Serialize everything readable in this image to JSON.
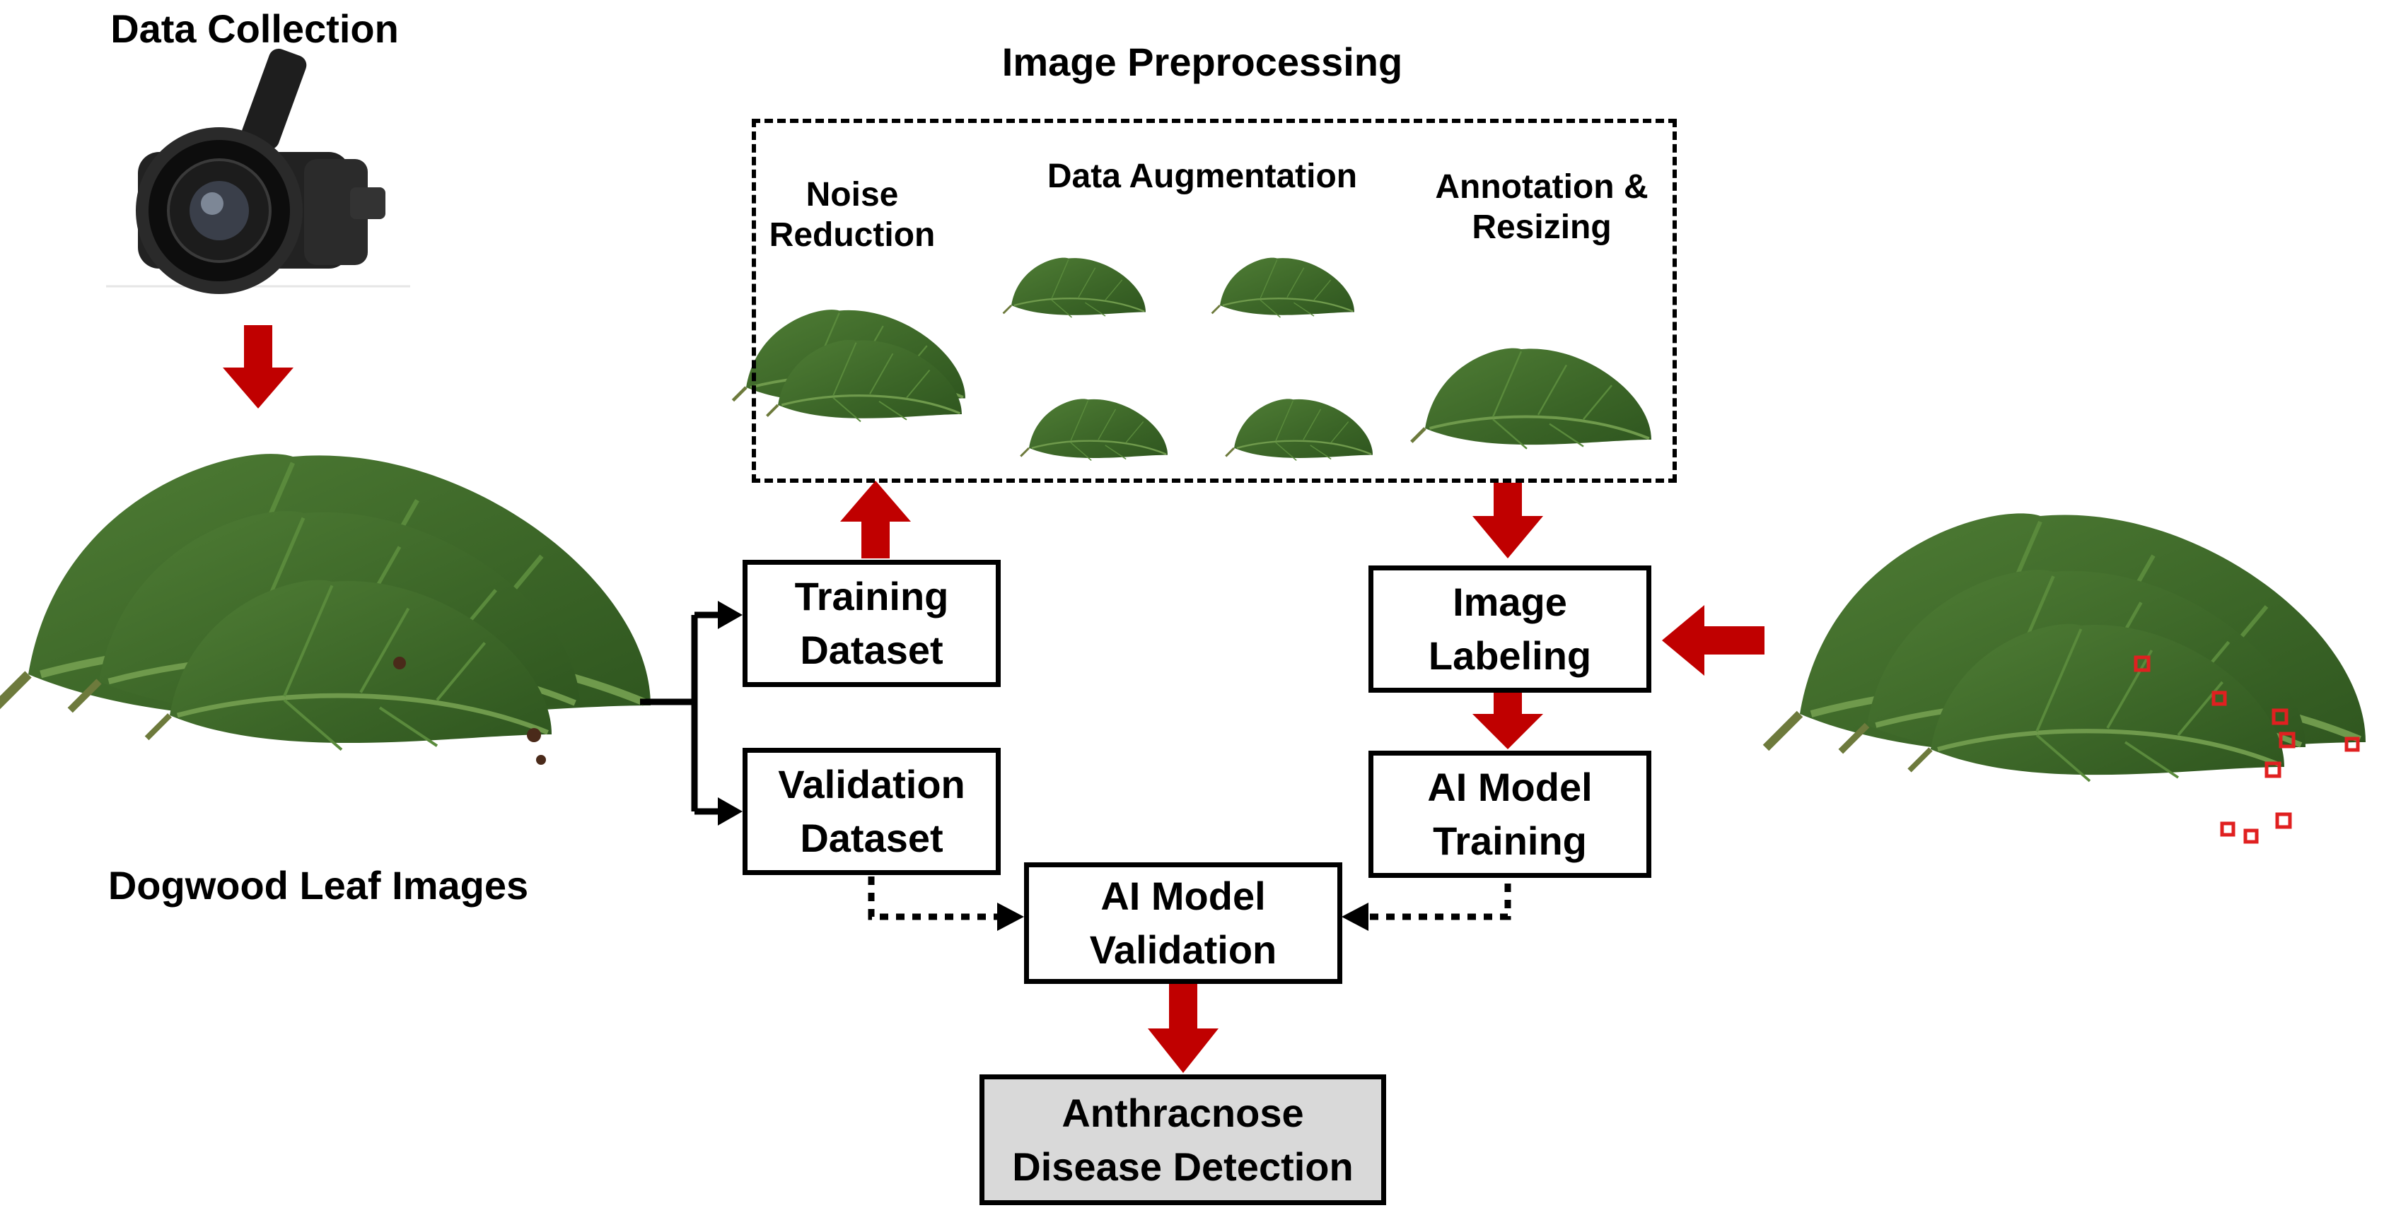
{
  "titles": {
    "data_collection": "Data Collection",
    "image_preprocessing": "Image Preprocessing",
    "dogwood_leaf_images": "Dogwood Leaf Images"
  },
  "preprocessing": {
    "noise_reduction": "Noise\nReduction",
    "data_augmentation": "Data Augmentation",
    "annotation_resizing": "Annotation &\nResizing"
  },
  "boxes": {
    "training_dataset": "Training\nDataset",
    "validation_dataset": "Validation\nDataset",
    "image_labeling": "Image\nLabeling",
    "ai_model_training": "AI Model\nTraining",
    "ai_model_validation": "AI Model\nValidation",
    "disease_detection": "Anthracnose\nDisease Detection"
  },
  "colors": {
    "arrow_red": "#c00000",
    "leaf_green": "#3f6b2a",
    "leaf_dark": "#2d5420",
    "detection_box": "#e02020",
    "final_box_fill": "#d9d9d9"
  },
  "icons": [
    "camera-icon",
    "leaf-icon"
  ]
}
